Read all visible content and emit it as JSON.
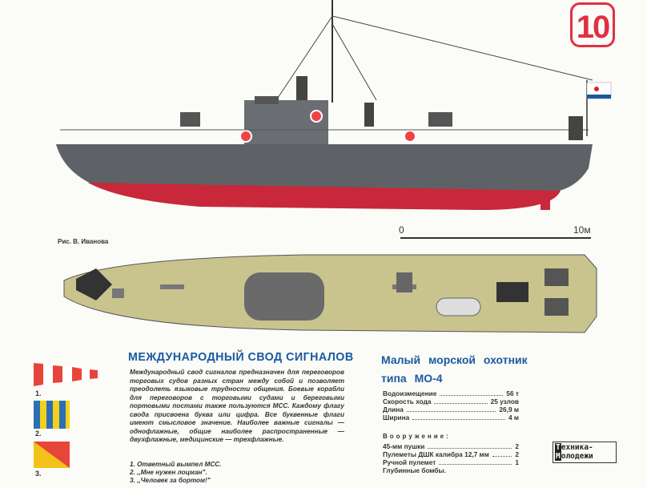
{
  "page_number": "10",
  "credit": "Рис. В. Иванова",
  "scale": {
    "start": "0",
    "end": "10м"
  },
  "signals": {
    "title": "МЕЖДУНАРОДНЫЙ СВОД СИГНАЛОВ",
    "text": "Международный свод сигналов предназначен для переговоров торговых судов разных стран между собой и позволяет преодолеть языковые трудности общения. Боевые корабли для переговоров с торговыми судами и береговыми портовыми постами также пользуются МСС. Каждому флагу свода присвоена буква или цифра. Все буквенные флаги имеют смысловое значение. Наиболее важные сигналы — однофлажные, общие наиболее распространенные — двухфлажные, медицинские — трехфлажные.",
    "list": [
      "1. Ответный вымпел МСС.",
      "2. ,,Мне нужен лоцман\".",
      "3. ,,Человек за бортом!\""
    ],
    "flag_labels": [
      "1.",
      "2.",
      "3."
    ]
  },
  "ship": {
    "title_line1": "Малый морской охотник",
    "title_line2": "типа МО-4",
    "specs": [
      {
        "label": "Водоизмещение",
        "value": "56 т"
      },
      {
        "label": "Скорость хода",
        "value": "25 узлов"
      },
      {
        "label": "Длина",
        "value": "26,9 м"
      },
      {
        "label": "Ширина",
        "value": "4 м"
      }
    ],
    "armament_heading": "Вооружение:",
    "armament": [
      {
        "label": "45-мм пушки",
        "value": "2"
      },
      {
        "label": "Пулеметы ДШК калибра 12,7 мм",
        "value": "2"
      },
      {
        "label": "Ручной пулемет",
        "value": "1"
      },
      {
        "label": "Глубинные бомбы.",
        "value": ""
      }
    ]
  },
  "logo": {
    "line1_first": "Т",
    "line1_rest": "ехника-",
    "line2_first": "М",
    "line2_rest": "олодежи"
  },
  "colors": {
    "accent": "#1a5aa0",
    "badge": "#e03040",
    "hull": "#5e6266",
    "waterline": "#c8283a",
    "deck": "#c9c48e"
  }
}
